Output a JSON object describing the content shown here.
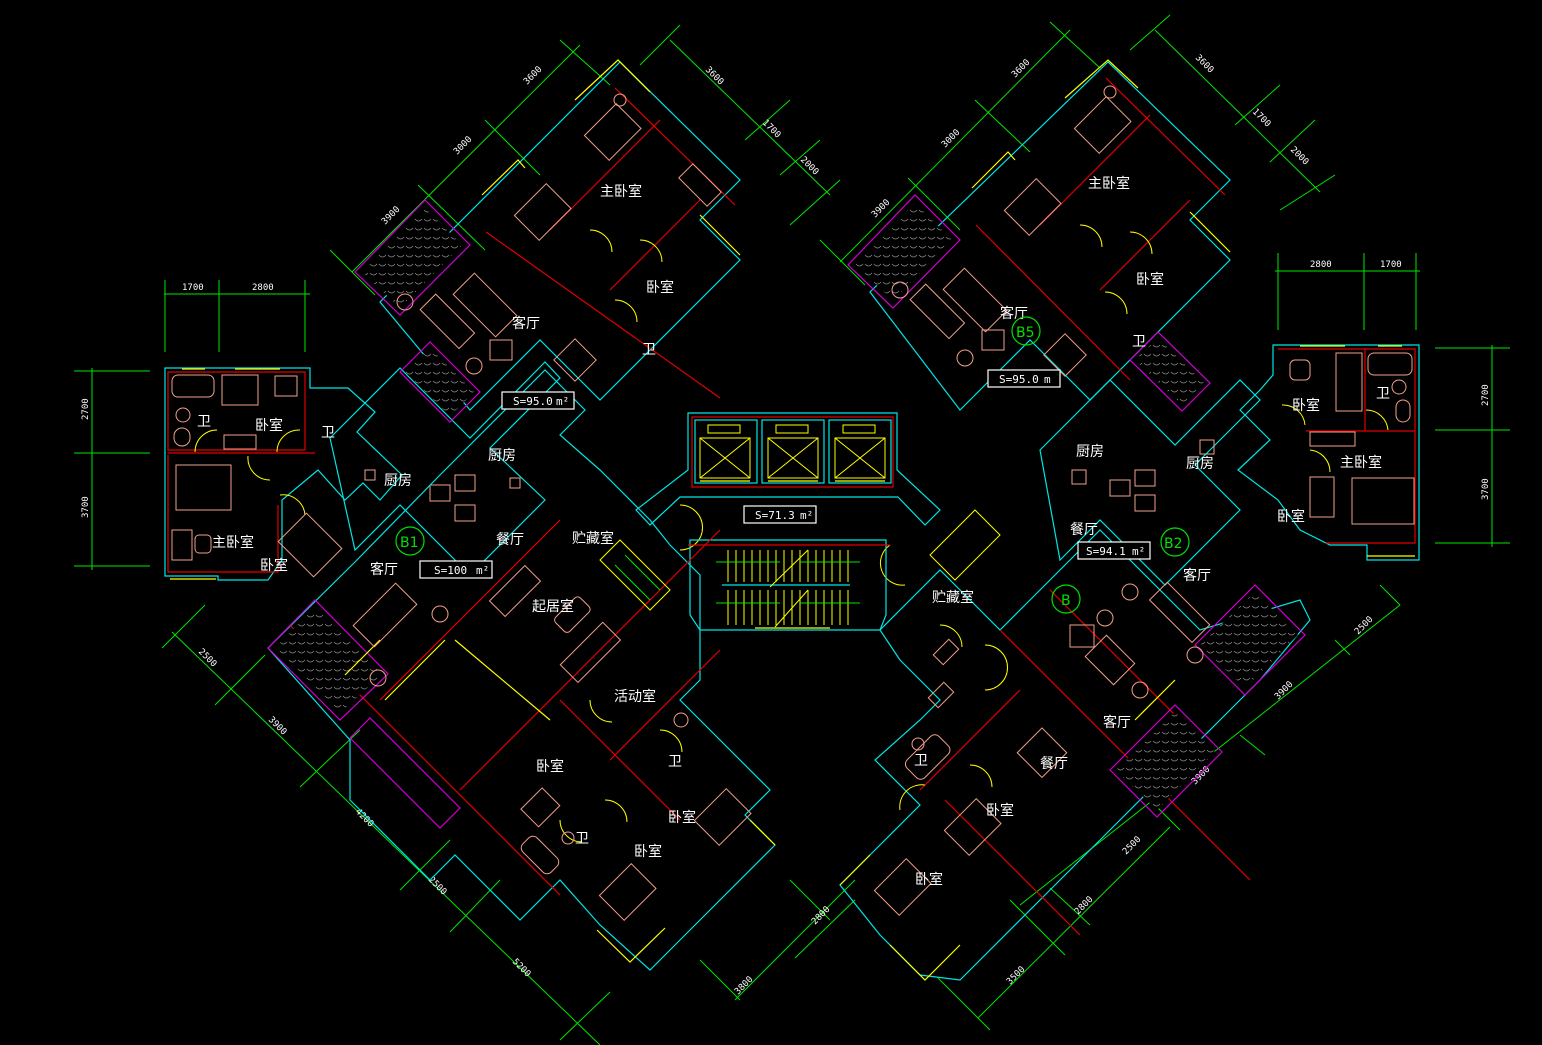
{
  "drawing": {
    "type": "architectural floor plan",
    "background": "#000000",
    "colors": {
      "dimension": "#00e600",
      "wall_outer": "#00e5e5",
      "wall_axis": "#e00000",
      "window_door": "#ffff00",
      "balcony": "#d000d0",
      "furniture": "#f2a08a",
      "text": "#ffffff",
      "unit_tag": "#00e000"
    }
  },
  "unit_tags": [
    {
      "id": "B1",
      "label": "B1"
    },
    {
      "id": "B5",
      "label": "B5"
    },
    {
      "id": "B2",
      "label": "B2"
    },
    {
      "id": "B",
      "label": "B"
    }
  ],
  "area_labels": [
    {
      "unit": "B5-left",
      "text": "S=95.0",
      "unit_sym": "m²"
    },
    {
      "unit": "B5-right",
      "text": "S=95.0",
      "unit_sym": "m"
    },
    {
      "unit": "B1",
      "text": "S=100",
      "unit_sym": "m²"
    },
    {
      "unit": "B2",
      "text": "S=94.1",
      "unit_sym": "m²"
    },
    {
      "unit": "core",
      "text": "S=71.3",
      "unit_sym": "m²"
    }
  ],
  "rooms": {
    "master_bedroom": "主卧室",
    "bedroom": "卧室",
    "bathroom": "卫",
    "living_room": "客厅",
    "dining_room": "餐厅",
    "kitchen": "厨房",
    "storage": "贮藏室",
    "sitting_room": "起居室",
    "activity_room": "活动室"
  },
  "dimensions": {
    "left_top": [
      "1700",
      "2800"
    ],
    "left_side": [
      "2700",
      "3700"
    ],
    "right_top": [
      "2800",
      "1700"
    ],
    "right_side": [
      "2700",
      "3700"
    ],
    "upper_left_wing_left": [
      "3900",
      "3000",
      "3600"
    ],
    "upper_left_wing_right": [
      "3600",
      "1700",
      "2000"
    ],
    "upper_right_wing_left": [
      "3900",
      "3000",
      "3600"
    ],
    "upper_right_wing_right": [
      "3600",
      "1700",
      "2000"
    ],
    "lower_left": [
      "2500",
      "3900",
      "4200",
      "2500",
      "5200"
    ],
    "lower_middle": [
      "2800",
      "3800"
    ],
    "lower_right": [
      "2500",
      "3900",
      "3900",
      "2500",
      "2800",
      "3500"
    ]
  }
}
